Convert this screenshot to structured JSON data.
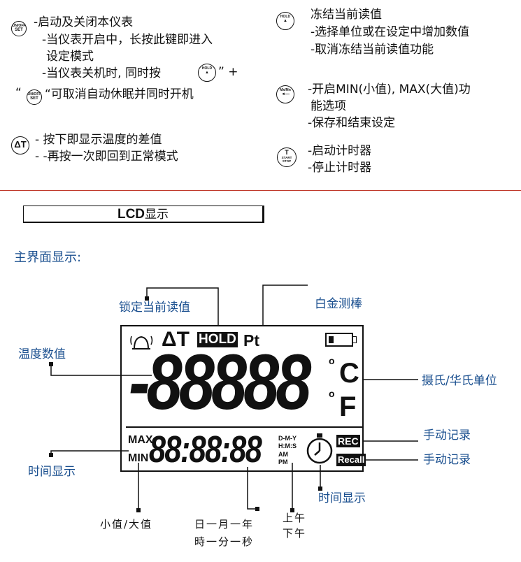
{
  "buttons": {
    "onoff": {
      "icon_top": "ON/OFF",
      "icon_bottom": "SET",
      "title": "-启动及关闭本仪表",
      "line1": "-当仪表开启中，长按此键即进入",
      "line2": "设定模式",
      "line3": "-当仪表关机时, 同时按",
      "line3_tail": "”  +",
      "line4_quote": "“",
      "line4": "“可取消自动休眠并同时开机"
    },
    "delta": {
      "icon": "ΔT",
      "line1": "- 按下即显示温度的差值",
      "line2": "- -再按一次即回到正常模式"
    },
    "hold": {
      "icon": "HOLD",
      "line1": "冻结当前读值",
      "line2": "-选择单位或在设定中增加数值",
      "line3": "-取消冻结当前读值功能"
    },
    "maxmin": {
      "icon": "Mx/Mn",
      "line1": "-开启MIN(小值), MAX(大值)功",
      "line2": "能选项",
      "line3": "-保存和结束设定"
    },
    "timer": {
      "icon_top": "T",
      "icon_bottom": "START STOP",
      "line1": "-启动计时器",
      "line2": "-停止计时器"
    }
  },
  "section": {
    "title_bold": "LCD",
    "title_rest": "显示",
    "subtitle": "主界面显示:"
  },
  "lcd": {
    "delta": "ΔT",
    "hold": "HOLD",
    "pt": "Pt",
    "main_value": "-88888",
    "unit_c": "C",
    "unit_f": "F",
    "max": "MAX",
    "min": "MIN",
    "time_value": "88:88:88",
    "date_fmt": "D-M-Y",
    "time_fmt": "H:M:S",
    "am": "AM",
    "pm": "PM",
    "rec": "REC",
    "recall": "Recall"
  },
  "callouts": {
    "hold_lock": "锁定当前读值",
    "probe": "白金测棒",
    "temp_value": "温度数值",
    "unit": "摄氏/华氏单位",
    "rec": "手动记录",
    "recall": "手动记录",
    "time_left": "时间显示",
    "time_right": "时间显示",
    "minmax": "小值/大值",
    "dmy": "日一月一年",
    "hms": "時一分一秒",
    "am": "上午",
    "pm": "下午"
  },
  "colors": {
    "divider": "#c0392b",
    "callout_text": "#1a4f8f"
  }
}
